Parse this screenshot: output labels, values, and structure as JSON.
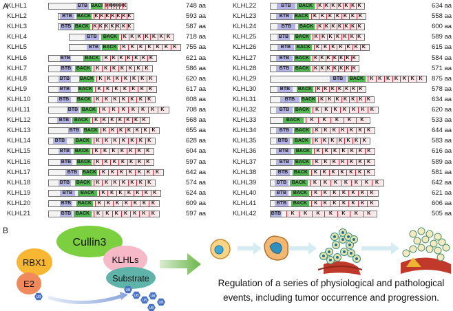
{
  "panel_labels": {
    "a": "A",
    "b": "B"
  },
  "domain_labels": {
    "btb": "BTB",
    "back": "BACK",
    "kelch": "K"
  },
  "left_column": [
    {
      "name": "KLHL1",
      "length": "748 aa"
    },
    {
      "name": "KLHL2",
      "length": "593 aa"
    },
    {
      "name": "KLHL3",
      "length": "587 aa"
    },
    {
      "name": "KLHL4",
      "length": "718 aa"
    },
    {
      "name": "KLHL5",
      "length": "755 aa"
    },
    {
      "name": "KLHL6",
      "length": "621 aa"
    },
    {
      "name": "KLHL7",
      "length": "586 aa"
    },
    {
      "name": "KLHL8",
      "length": "620 aa"
    },
    {
      "name": "KLHL9",
      "length": "617 aa"
    },
    {
      "name": "KLHL10",
      "length": "608 aa"
    },
    {
      "name": "KLHL11",
      "length": "708 aa"
    },
    {
      "name": "KLHL12",
      "length": "568 aa"
    },
    {
      "name": "KLHL13",
      "length": "655 aa"
    },
    {
      "name": "KLHL14",
      "length": "628 aa"
    },
    {
      "name": "KLHL15",
      "length": "604 aa"
    },
    {
      "name": "KLHL16",
      "length": "597 aa"
    },
    {
      "name": "KLHL17",
      "length": "642 aa"
    },
    {
      "name": "KLHL18",
      "length": "574 aa"
    },
    {
      "name": "KLHL19",
      "length": "624 aa"
    },
    {
      "name": "KLHL20",
      "length": "609 aa"
    },
    {
      "name": "KLHL21",
      "length": "597 aa"
    }
  ],
  "right_column": [
    {
      "name": "KLHL22",
      "length": "634 aa"
    },
    {
      "name": "KLHL23",
      "length": "558 aa"
    },
    {
      "name": "KLHL24",
      "length": "600 aa"
    },
    {
      "name": "KLHL25",
      "length": "589 aa"
    },
    {
      "name": "KLHL26",
      "length": "615 aa"
    },
    {
      "name": "KLHL27",
      "length": "584 aa"
    },
    {
      "name": "KLHL28",
      "length": "571 aa"
    },
    {
      "name": "KLHL29",
      "length": "875 aa"
    },
    {
      "name": "KLHL30",
      "length": "578 aa"
    },
    {
      "name": "KLHL31",
      "length": "634 aa"
    },
    {
      "name": "KLHL32",
      "length": "620 aa"
    },
    {
      "name": "KLHL33",
      "length": "533 aa"
    },
    {
      "name": "KLHL34",
      "length": "644 aa"
    },
    {
      "name": "KLHL35",
      "length": "583 aa"
    },
    {
      "name": "KLHL36",
      "length": "616 aa"
    },
    {
      "name": "KLHL37",
      "length": "589 aa"
    },
    {
      "name": "KLHL38",
      "length": "581 aa"
    },
    {
      "name": "KLHL39",
      "length": "642 aa"
    },
    {
      "name": "KLHL40",
      "length": "621 aa"
    },
    {
      "name": "KLHL41",
      "length": "606 aa"
    },
    {
      "name": "KLHL42",
      "length": "505 aa"
    }
  ],
  "complex": {
    "cullin": "Cullin3",
    "rbx": "RBX1",
    "e2": "E2",
    "klhl": "KLHLs",
    "substrate": "Substrate",
    "ub": "UB"
  },
  "caption": {
    "line1": "Regulation of a series of physiological and pathological",
    "line2": "events, including tumor occurrence and progression."
  },
  "colors": {
    "btb": "#b3b3e6",
    "back": "#52b852",
    "kelch_border": "#c92c3a",
    "cullin": "#7ccf3e",
    "rbx": "#f7b733",
    "e2": "#f08a5d",
    "klhl": "#f7b8c8",
    "substrate": "#5fb3a8",
    "ub": "#4a72c4"
  }
}
